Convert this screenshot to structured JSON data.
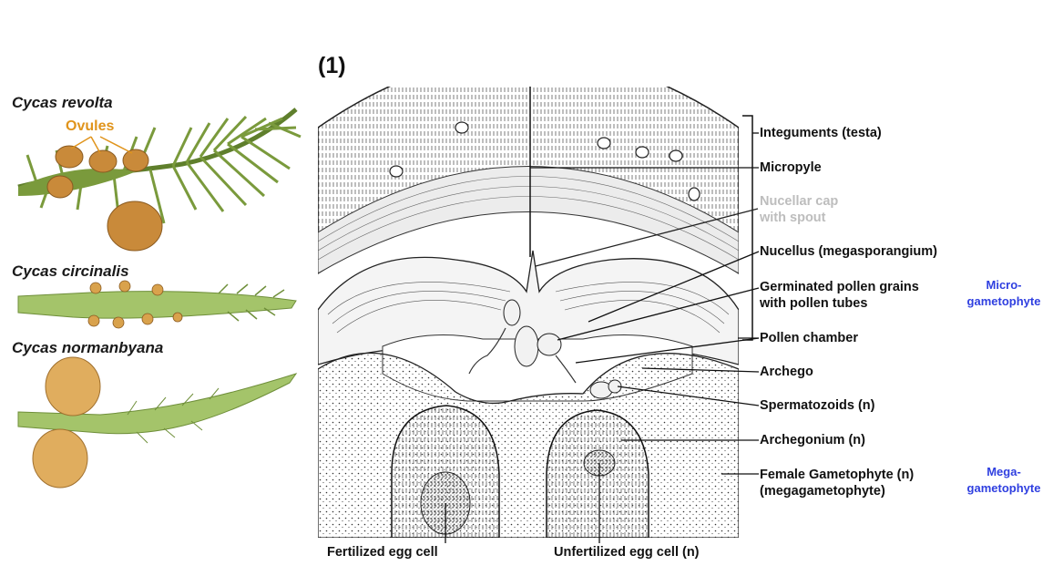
{
  "species": {
    "revolta": "Cycas revolta",
    "circinalis": "Cycas circinalis",
    "normanbyana": "Cycas normanbyana",
    "ovules_label": "Ovules"
  },
  "panel_number": "(1)",
  "labels": {
    "integuments": "Integuments (testa)",
    "micropyle": "Micropyle",
    "nucellar_cap_1": "Nucellar cap",
    "nucellar_cap_2": "with spout",
    "nucellus": "Nucellus (megasporangium)",
    "germinated_1": "Germinated pollen grains",
    "germinated_2": "with pollen tubes",
    "pollen_chamber": "Pollen chamber",
    "archego": "Archego",
    "spermatozoids": "Spermatozoids (n)",
    "archegonium": "Archegonium (n)",
    "female_gam_1": "Female Gametophyte (n)",
    "female_gam_2": "(megagametophyte)",
    "fertilized": "Fertilized egg cell",
    "unfertilized": "Unfertilized egg cell (n)"
  },
  "side_labels": {
    "micro_1": "Micro-",
    "micro_2": "gametophyte",
    "mega_1": "Mega-",
    "mega_2": "gametophyte"
  },
  "colors": {
    "leaf_green": "#7a9a3c",
    "leaf_light": "#a4c46a",
    "ovule_orange": "#c98a3a",
    "ovules_text": "#e0941c",
    "accent_blue": "#2f3fe0"
  }
}
